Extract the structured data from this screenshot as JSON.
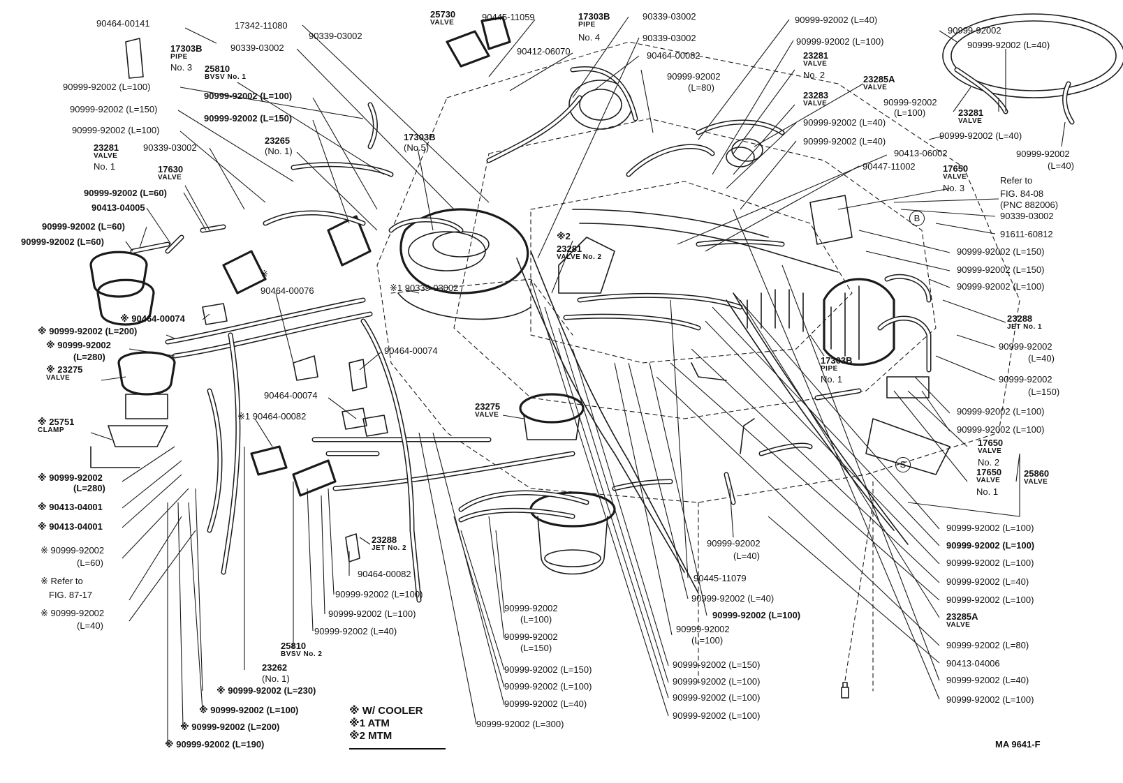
{
  "figure_code": "MA 9641-F",
  "legend": {
    "w_cooler": "※ W/ COOLER",
    "atm": "※1 ATM",
    "mtm": "※2 MTM"
  },
  "markers": {
    "b": "B",
    "s": "S"
  },
  "labels": [
    {
      "id": "l1",
      "text": "90464-00141"
    },
    {
      "id": "l2",
      "text": "17303B",
      "sub": "PIPE"
    },
    {
      "id": "l2b",
      "text": "No. 3"
    },
    {
      "id": "l3",
      "text": "17342-11080"
    },
    {
      "id": "l4",
      "text": "90339-03002"
    },
    {
      "id": "l5",
      "text": "90339-03002"
    },
    {
      "id": "l6",
      "text": "25810",
      "sub": "BVSV No. 1"
    },
    {
      "id": "l7",
      "text": "90999-92002 (L=100)"
    },
    {
      "id": "l8",
      "text": "90999-92002 (L=100)"
    },
    {
      "id": "l9",
      "text": "90999-92002 (L=150)"
    },
    {
      "id": "l10",
      "text": "90999-92002 (L=150)"
    },
    {
      "id": "l11",
      "text": "90999-92002 (L=100)"
    },
    {
      "id": "l12",
      "text": "23281",
      "sub": "VALVE"
    },
    {
      "id": "l12b",
      "text": "No. 1"
    },
    {
      "id": "l13",
      "text": "90339-03002"
    },
    {
      "id": "l14",
      "text": "23265"
    },
    {
      "id": "l14b",
      "text": "(No. 1)"
    },
    {
      "id": "l15",
      "text": "17303B"
    },
    {
      "id": "l15b",
      "text": "(No.5)"
    },
    {
      "id": "l16",
      "text": "17630",
      "sub": "VALVE"
    },
    {
      "id": "l17",
      "text": "90999-92002 (L=60)"
    },
    {
      "id": "l18",
      "text": "90413-04005"
    },
    {
      "id": "l19",
      "text": "90999-92002 (L=60)"
    },
    {
      "id": "l20",
      "text": "90999-92002 (L=60)"
    },
    {
      "id": "l21",
      "text": "25730",
      "sub": "VALVE"
    },
    {
      "id": "l22",
      "text": "90445-11059"
    },
    {
      "id": "l23",
      "text": "90412-06070"
    },
    {
      "id": "l24",
      "text": "17303B",
      "sub": "PIPE"
    },
    {
      "id": "l24b",
      "text": "No. 4"
    },
    {
      "id": "l25",
      "text": "90339-03002"
    },
    {
      "id": "l26",
      "text": "90339-03002"
    },
    {
      "id": "l27",
      "text": "90464-00082"
    },
    {
      "id": "l28",
      "text": "90999-92002"
    },
    {
      "id": "l28b",
      "text": "(L=80)"
    },
    {
      "id": "l29",
      "text": "90999-92002 (L=40)"
    },
    {
      "id": "l30",
      "text": "90999-92002 (L=100)"
    },
    {
      "id": "l31",
      "text": "23281",
      "sub": "VALVE"
    },
    {
      "id": "l31b",
      "text": "No. 2"
    },
    {
      "id": "l32",
      "text": "23285A",
      "sub": "VALVE"
    },
    {
      "id": "l33",
      "text": "23283",
      "sub": "VALVE"
    },
    {
      "id": "l34",
      "text": "90999-92002 (L=40)"
    },
    {
      "id": "l35",
      "text": "90999-92002 (L=40)"
    },
    {
      "id": "l36",
      "text": "90413-06002"
    },
    {
      "id": "l37",
      "text": "90447-11002"
    },
    {
      "id": "l38",
      "text": "90999-92002"
    },
    {
      "id": "l39",
      "text": "90999-92002 (L=40)"
    },
    {
      "id": "l40",
      "text": "90999-92002"
    },
    {
      "id": "l40b",
      "text": "(L=100)"
    },
    {
      "id": "l41",
      "text": "23281",
      "sub": "VALVE"
    },
    {
      "id": "l42",
      "text": "90999-92002 (L=40)"
    },
    {
      "id": "l43",
      "text": "90999-92002"
    },
    {
      "id": "l43b",
      "text": "(L=40)"
    },
    {
      "id": "l44",
      "text": "17650",
      "sub": "VALVE"
    },
    {
      "id": "l44b",
      "text": "No. 3"
    },
    {
      "id": "l45",
      "text": "Refer to"
    },
    {
      "id": "l45b",
      "text": "FIG. 84-08"
    },
    {
      "id": "l45c",
      "text": "(PNC 882006)"
    },
    {
      "id": "l46",
      "text": "90339-03002"
    },
    {
      "id": "l47",
      "text": "91611-60812"
    },
    {
      "id": "l48",
      "text": "90999-92002 (L=150)"
    },
    {
      "id": "l49",
      "text": "90999-92002 (L=150)"
    },
    {
      "id": "l50",
      "text": "90999-92002 (L=100)"
    },
    {
      "id": "l51",
      "text": "23288",
      "sub": "JET No. 1"
    },
    {
      "id": "l52",
      "text": "90999-92002"
    },
    {
      "id": "l52b",
      "text": "(L=40)"
    },
    {
      "id": "l53",
      "text": "90999-92002"
    },
    {
      "id": "l53b",
      "text": "(L=150)"
    },
    {
      "id": "l54",
      "text": "90999-92002 (L=100)"
    },
    {
      "id": "l55",
      "text": "90999-92002 (L=100)"
    },
    {
      "id": "l56",
      "text": "17650",
      "sub": "VALVE"
    },
    {
      "id": "l56b",
      "text": "No. 2"
    },
    {
      "id": "l57",
      "text": "17650",
      "sub": "VALVE"
    },
    {
      "id": "l57b",
      "text": "No. 1"
    },
    {
      "id": "l58",
      "text": "25860",
      "sub": "VALVE"
    },
    {
      "id": "l59",
      "text": "90999-92002 (L=100)"
    },
    {
      "id": "l60",
      "text": "90999-92002 (L=100)"
    },
    {
      "id": "l61",
      "text": "90999-92002 (L=100)"
    },
    {
      "id": "l62",
      "text": "90999-92002 (L=40)"
    },
    {
      "id": "l63",
      "text": "90999-92002 (L=100)"
    },
    {
      "id": "l64",
      "text": "23285A",
      "sub": "VALVE"
    },
    {
      "id": "l65",
      "text": "90999-92002 (L=80)"
    },
    {
      "id": "l66",
      "text": "90413-04006"
    },
    {
      "id": "l67",
      "text": "90999-92002 (L=40)"
    },
    {
      "id": "l68",
      "text": "90999-92002 (L=100)"
    },
    {
      "id": "l69",
      "text": "17303B",
      "sub": "PIPE"
    },
    {
      "id": "l69b",
      "text": "No. 1"
    },
    {
      "id": "l70",
      "text": "90999-92002"
    },
    {
      "id": "l70b",
      "text": "(L=40)"
    },
    {
      "id": "l71",
      "text": "90445-11079"
    },
    {
      "id": "l72",
      "text": "90999-92002 (L=40)"
    },
    {
      "id": "l73",
      "text": "90999-92002 (L=100)"
    },
    {
      "id": "l74",
      "text": "90999-92002"
    },
    {
      "id": "l74b",
      "text": "(L=100)"
    },
    {
      "id": "l75",
      "text": "90999-92002 (L=150)"
    },
    {
      "id": "l76",
      "text": "90999-92002 (L=100)"
    },
    {
      "id": "l77",
      "text": "90999-92002 (L=100)"
    },
    {
      "id": "l78",
      "text": "90999-92002 (L=100)"
    },
    {
      "id": "l79",
      "text": "※2"
    },
    {
      "id": "l80",
      "text": "23281",
      "sub": "VALVE No. 2"
    },
    {
      "id": "l81",
      "text": "※1 90339-03002"
    },
    {
      "id": "l82",
      "text": "※"
    },
    {
      "id": "l82b",
      "text": "90464-00076"
    },
    {
      "id": "l83",
      "text": "※ 90464-00074"
    },
    {
      "id": "l84",
      "text": "※ 90999-92002 (L=200)"
    },
    {
      "id": "l85",
      "text": "※ 90999-92002"
    },
    {
      "id": "l85b",
      "text": "(L=280)"
    },
    {
      "id": "l86",
      "text": "※ 23275",
      "sub": "VALVE"
    },
    {
      "id": "l87",
      "text": "※ 25751",
      "sub": "CLAMP"
    },
    {
      "id": "l88",
      "text": "※ 90999-92002"
    },
    {
      "id": "l88b",
      "text": "(L=280)"
    },
    {
      "id": "l89",
      "text": "※ 90413-04001"
    },
    {
      "id": "l90",
      "text": "※ 90413-04001"
    },
    {
      "id": "l91",
      "text": "※ 90999-92002"
    },
    {
      "id": "l91b",
      "text": "(L=60)"
    },
    {
      "id": "l92",
      "text": "※ Refer to"
    },
    {
      "id": "l92b",
      "text": "FIG. 87-17"
    },
    {
      "id": "l93",
      "text": "※ 90999-92002"
    },
    {
      "id": "l93b",
      "text": "(L=40)"
    },
    {
      "id": "l94",
      "text": "90464-00074"
    },
    {
      "id": "l95",
      "text": "90464-00074"
    },
    {
      "id": "l96",
      "text": "※1 90464-00082"
    },
    {
      "id": "l97",
      "text": "23275",
      "sub": "VALVE"
    },
    {
      "id": "l98",
      "text": "23288",
      "sub": "JET No. 2"
    },
    {
      "id": "l99",
      "text": "90464-00082"
    },
    {
      "id": "l100",
      "text": "90999-92002 (L=100)"
    },
    {
      "id": "l101",
      "text": "90999-92002 (L=100)"
    },
    {
      "id": "l102",
      "text": "90999-92002 (L=40)"
    },
    {
      "id": "l103",
      "text": "25810",
      "sub": "BVSV No. 2"
    },
    {
      "id": "l104",
      "text": "23262"
    },
    {
      "id": "l104b",
      "text": "(No. 1)"
    },
    {
      "id": "l105",
      "text": "※ 90999-92002 (L=230)"
    },
    {
      "id": "l106",
      "text": "※ 90999-92002 (L=100)"
    },
    {
      "id": "l107",
      "text": "※ 90999-92002 (L=200)"
    },
    {
      "id": "l108",
      "text": "※ 90999-92002 (L=190)"
    },
    {
      "id": "l109",
      "text": "90999-92002"
    },
    {
      "id": "l109b",
      "text": "(L=100)"
    },
    {
      "id": "l110",
      "text": "90999-92002"
    },
    {
      "id": "l110b",
      "text": "(L=150)"
    },
    {
      "id": "l111",
      "text": "90999-92002 (L=150)"
    },
    {
      "id": "l112",
      "text": "90999-92002 (L=100)"
    },
    {
      "id": "l113",
      "text": "90999-92002 (L=40)"
    },
    {
      "id": "l114",
      "text": "90999-92002 (L=300)"
    }
  ]
}
